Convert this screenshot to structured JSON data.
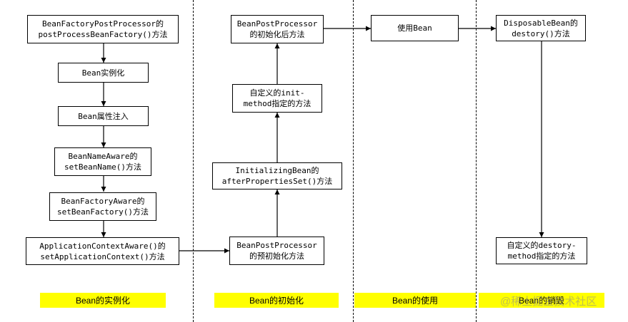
{
  "columns": {
    "instantiation": {
      "label": "Bean的实例化",
      "nodes": {
        "factory_post_processor": [
          "BeanFactoryPostProcessor的",
          "postProcessBeanFactory()方法"
        ],
        "bean_instantiate": [
          "Bean实例化"
        ],
        "property_inject": [
          "Bean属性注入"
        ],
        "bean_name_aware": [
          "BeanNameAware的",
          "setBeanName()方法"
        ],
        "bean_factory_aware": [
          "BeanFactoryAware的",
          "setBeanFactory()方法"
        ],
        "app_context_aware": [
          "ApplicationContextAware()的",
          "setApplicationContext()方法"
        ]
      }
    },
    "initialization": {
      "label": "Bean的初始化",
      "nodes": {
        "post_processor_before": [
          "BeanPostProcessor",
          "的预初始化方法"
        ],
        "initializing_bean": [
          "InitializingBean的",
          "afterPropertiesSet()方法"
        ],
        "init_method": [
          "自定义的init-",
          "method指定的方法"
        ],
        "post_processor_after": [
          "BeanPostProcessor",
          "的初始化后方法"
        ]
      }
    },
    "usage": {
      "label": "Bean的使用",
      "nodes": {
        "use_bean": [
          "使用Bean"
        ]
      }
    },
    "destruction": {
      "label": "Bean的销毁",
      "nodes": {
        "disposable_bean": [
          "DisposableBean的",
          "destory()方法"
        ],
        "destroy_method": [
          "自定义的destory-",
          "method指定的方法"
        ]
      }
    }
  },
  "watermark": "@稀土掘金技术社区",
  "colors": {
    "label_bg": "#ffff00",
    "line": "#000000"
  }
}
